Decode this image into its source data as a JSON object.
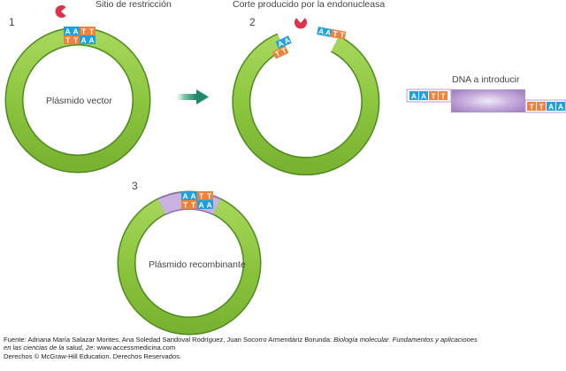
{
  "steps": {
    "step1": {
      "number": "1",
      "caption": "Sitio de restricción",
      "plasmid_label": "Plásmido vector"
    },
    "step2": {
      "number": "2",
      "caption": "Corte producido por la endonucleasa"
    },
    "insert": {
      "caption": "DNA a introducir"
    },
    "step3": {
      "number": "3",
      "plasmid_label": "Plásmido recombinante"
    }
  },
  "bases": {
    "A": "A",
    "T": "T"
  },
  "colors": {
    "ring_green": "#8cc63f",
    "ring_dark": "#4d8a1e",
    "base_a": "#1fa0dc",
    "base_t": "#f0813a",
    "insert_purple": "#b79bd0",
    "arrow": "#1e8a6a",
    "enzyme": "#e0304a"
  },
  "icons": [
    "endonuclease-icon",
    "process-arrow-icon"
  ],
  "credit": {
    "line1_prefix": "Fuente: Adriana María Salazar Montes, Ana Soledad Sandoval Rodríguez, Juan Socorro Armendáriz Borunda: ",
    "line1_italic": "Biología molecular. Fundamentos y aplicaciones",
    "line2_italic": "en las ciencias de la salud, 2e",
    "line2_suffix": ": www.accessmedicina.com",
    "line3": "Derechos © McGraw-Hill Education. Derechos Reservados."
  }
}
